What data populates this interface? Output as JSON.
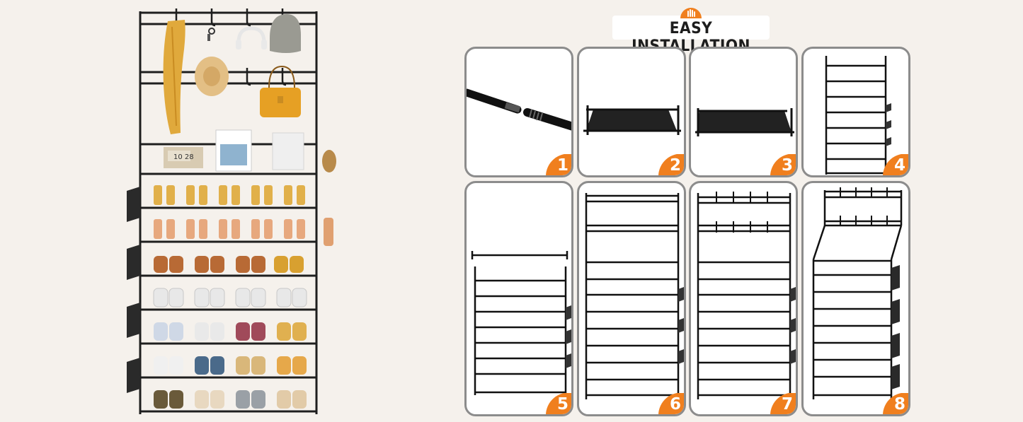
{
  "header": {
    "title": "EASY INSTALLATION",
    "badge_icon": "hand-icon"
  },
  "steps": [
    {
      "number": "1",
      "illustration": "pole-connector-icon"
    },
    {
      "number": "2",
      "illustration": "shelf-frame-icon"
    },
    {
      "number": "3",
      "illustration": "shelf-fabric-icon"
    },
    {
      "number": "4",
      "illustration": "shelf-stack-icon"
    },
    {
      "number": "5",
      "illustration": "rack-with-top-bar-icon"
    },
    {
      "number": "6",
      "illustration": "rack-with-frame-icon"
    },
    {
      "number": "7",
      "illustration": "rack-with-hooks-icon"
    },
    {
      "number": "8",
      "illustration": "rack-complete-icon"
    }
  ],
  "product": {
    "clock_display": "10 28",
    "illustration": "shoe-rack-product-icon"
  },
  "colors": {
    "background": "#f5f1ec",
    "accent": "#f07f1e",
    "panel_border": "#8c8c8c",
    "rack": "#1e1e1e"
  }
}
